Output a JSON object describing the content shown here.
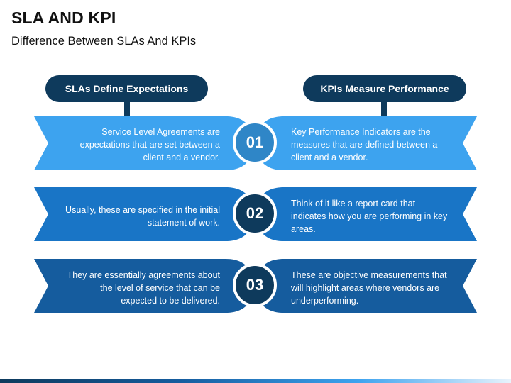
{
  "title": "SLA AND KPI",
  "subtitle": "Difference Between SLAs And KPIs",
  "headers": {
    "left": "SLAs Define Expectations",
    "right": "KPIs Measure Performance"
  },
  "rows": [
    {
      "number": "01",
      "left": "Service Level Agreements are expectations that are set between a client and a vendor.",
      "right": "Key Performance Indicators are the measures that are defined between a client and a vendor."
    },
    {
      "number": "02",
      "left": "Usually, these are specified in the initial statement of work.",
      "right": "Think of it like a report card that indicates how you are performing in key areas."
    },
    {
      "number": "03",
      "left": "They are essentially agreements about the level of service that can be expected to be delivered.",
      "right": "These are objective measurements that will highlight areas where vendors are underperforming."
    }
  ],
  "colors": {
    "dark_navy": "#0e3a5c",
    "row1": "#3da3ef",
    "row2": "#1975c6",
    "row3": "#155c9e",
    "circle1": "#2f86c7"
  }
}
